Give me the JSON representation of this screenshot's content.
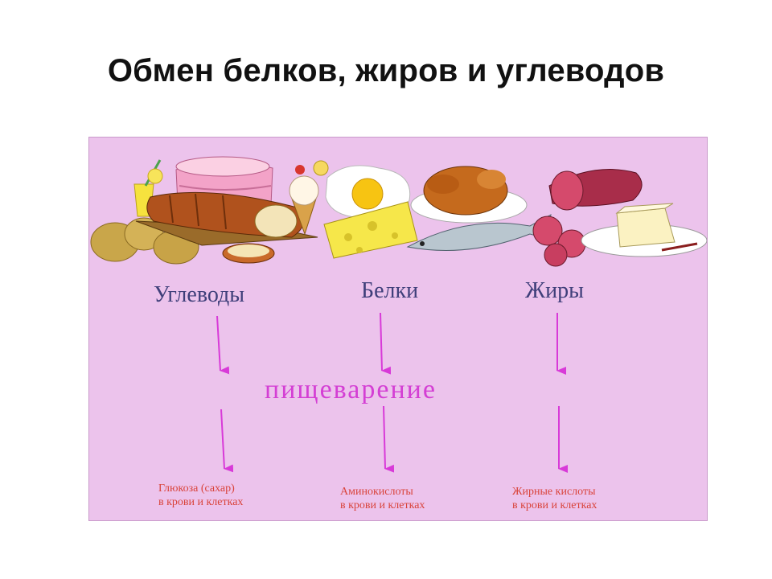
{
  "title": "Обмен белков, жиров и углеводов",
  "diagram": {
    "columns": [
      {
        "heading": "Углеводы",
        "result_line1": "Глюкоза (сахар)",
        "result_line2": "в крови и клетках"
      },
      {
        "heading": "Белки",
        "result_line1": "Аминокислоты",
        "result_line2": "в крови и клетках"
      },
      {
        "heading": "Жиры",
        "result_line1": "Жирные кислоты",
        "result_line2": "в крови и клетках"
      }
    ],
    "process": "пищеварение"
  },
  "colors": {
    "background": "#ecc3ec",
    "heading": "#3f3f7a",
    "process": "#d43fd4",
    "arrow": "#d83ad8",
    "result": "#d9433a"
  }
}
